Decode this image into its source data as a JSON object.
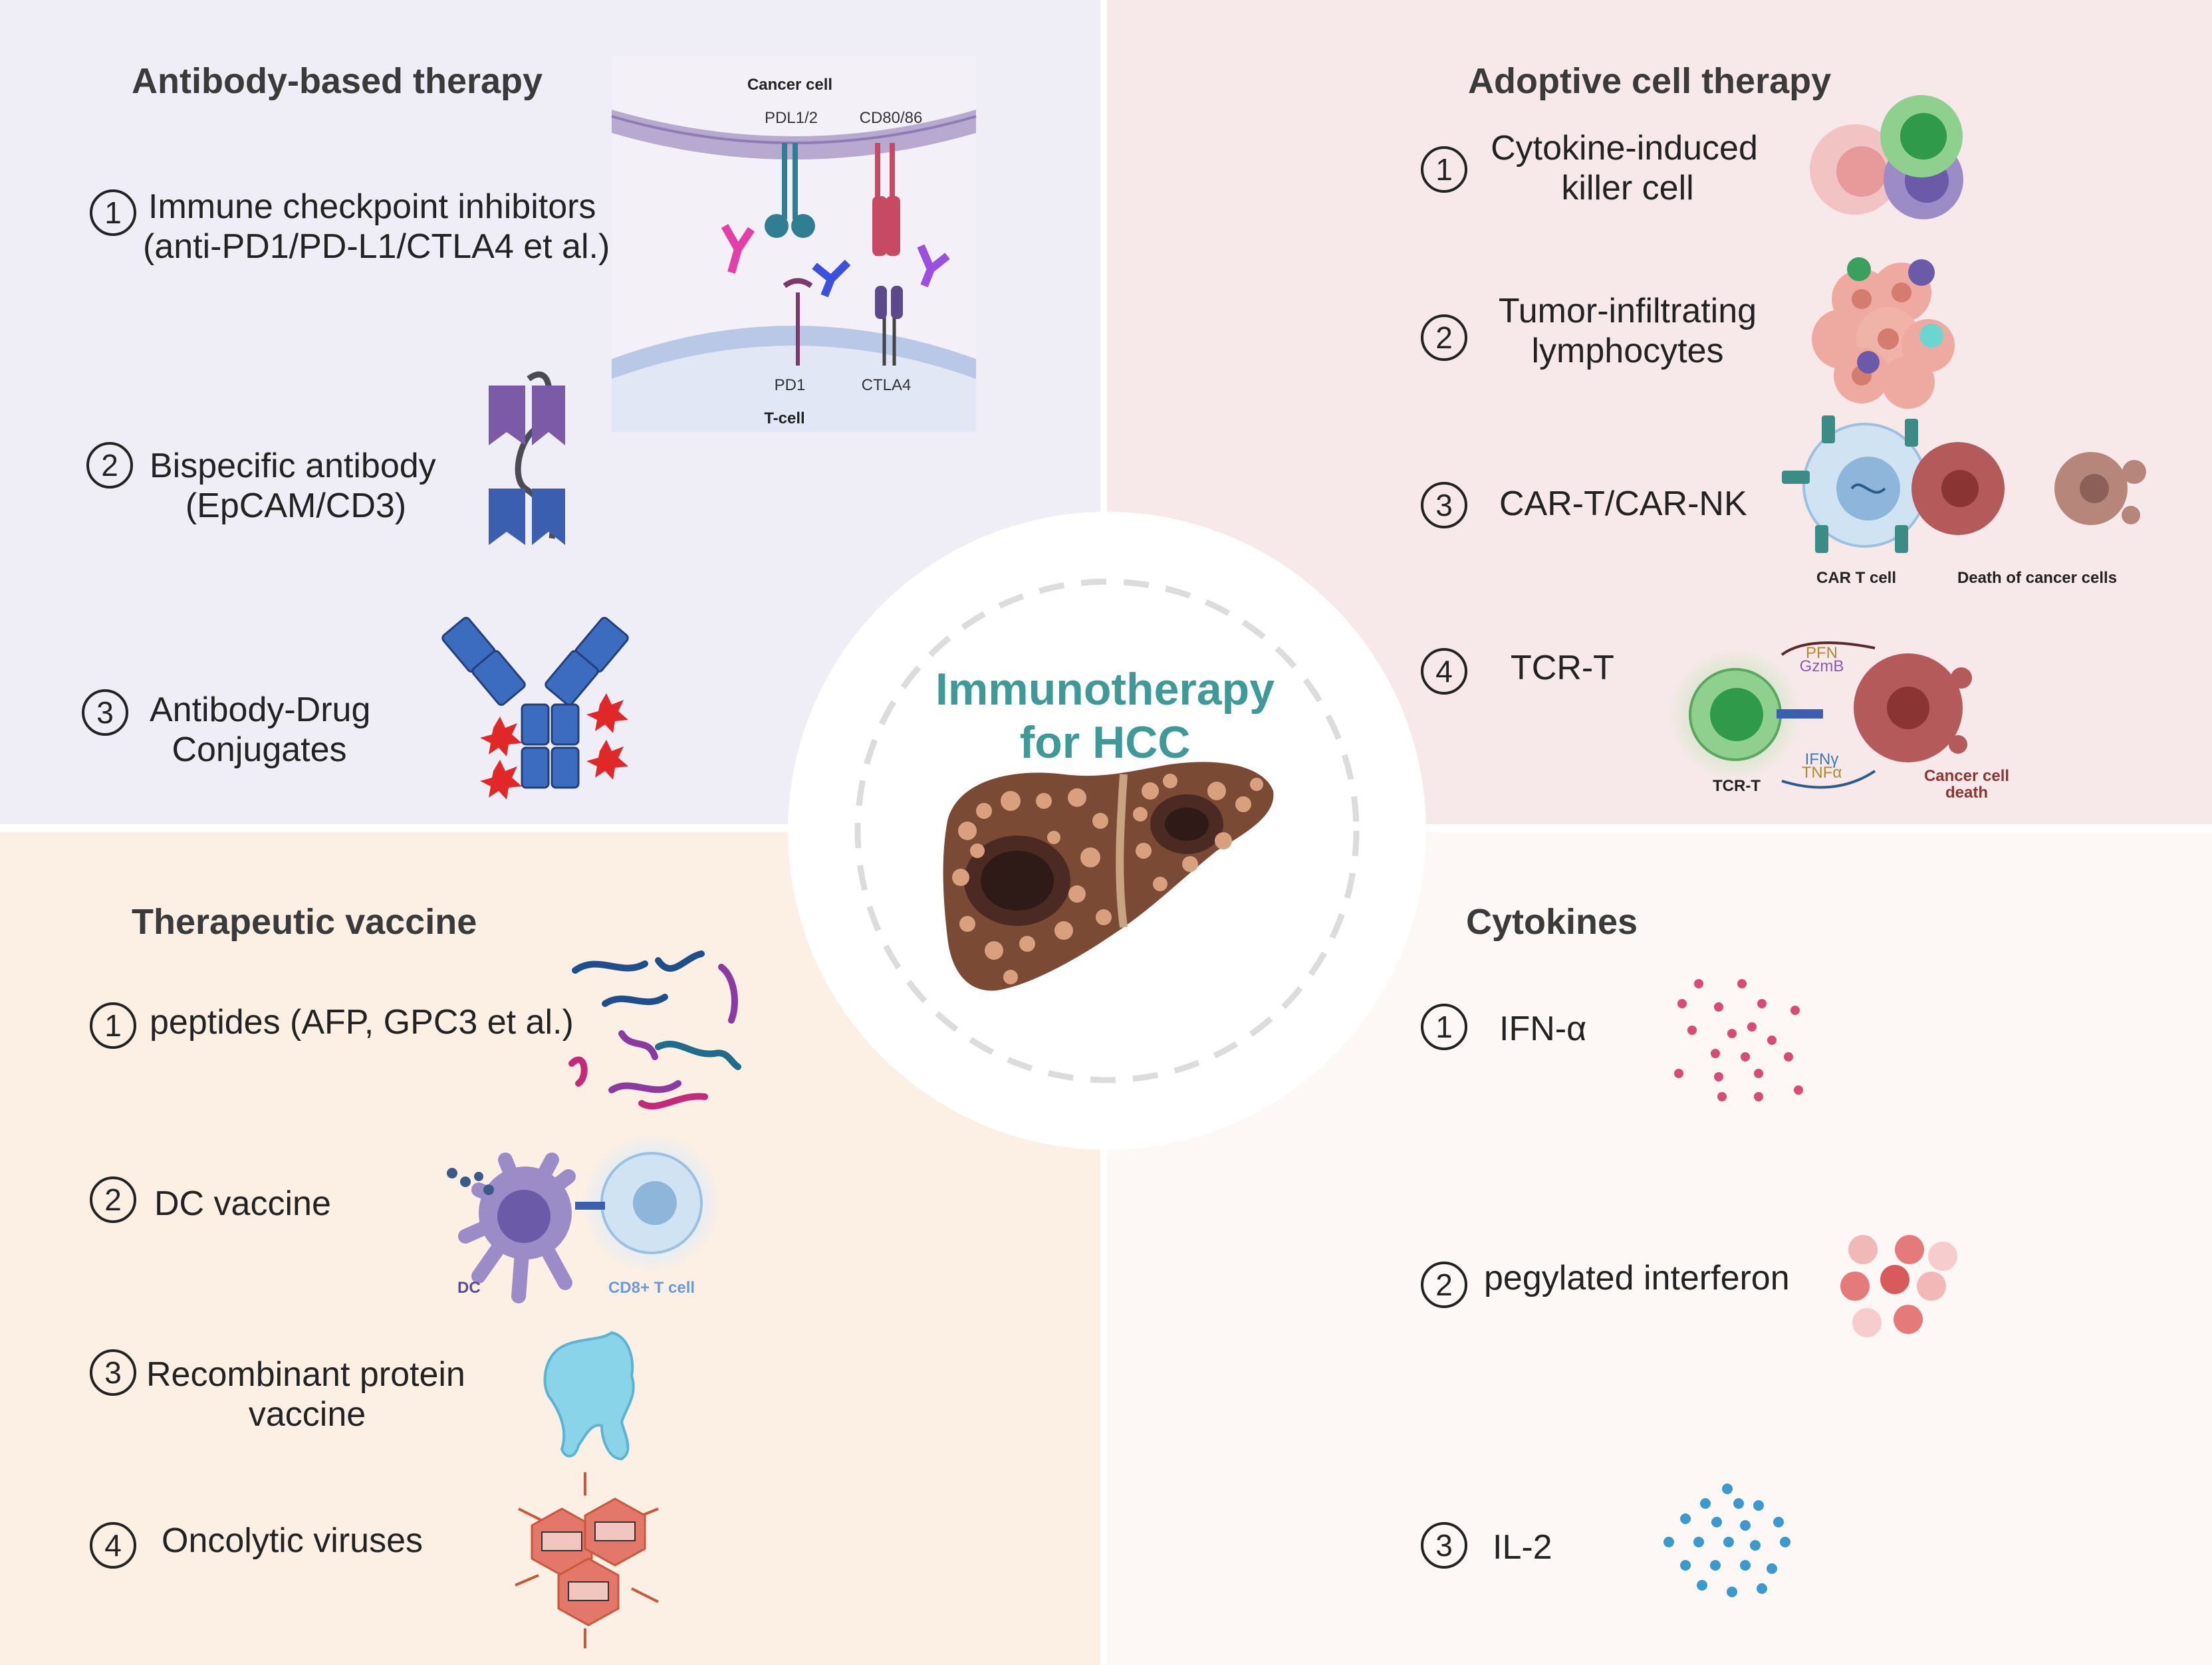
{
  "center": {
    "line1": "Immunotherapy",
    "line2": "for HCC",
    "icon": "liver-icon"
  },
  "panels": {
    "antibody": {
      "title": "Antibody-based therapy",
      "items": [
        {
          "num": "1",
          "line1": "Immune checkpoint inhibitors",
          "line2": "(anti-PD1/PD-L1/CTLA4 et al.)"
        },
        {
          "num": "2",
          "line1": "Bispecific antibody",
          "line2": "(EpCAM/CD3)"
        },
        {
          "num": "3",
          "line1": "Antibody-Drug",
          "line2": "Conjugates"
        }
      ],
      "figure_labels": {
        "cancer_cell": "Cancer cell",
        "pdl": "PDL1/2",
        "cd80": "CD80/86",
        "pd1": "PD1",
        "ctla4": "CTLA4",
        "tcell": "T-cell"
      }
    },
    "adoptive": {
      "title": "Adoptive cell therapy",
      "items": [
        {
          "num": "1",
          "line1": "Cytokine-induced",
          "line2": "killer cell"
        },
        {
          "num": "2",
          "line1": "Tumor-infiltrating",
          "line2": "lymphocytes"
        },
        {
          "num": "3",
          "line1": "CAR-T/CAR-NK",
          "line2": ""
        },
        {
          "num": "4",
          "line1": "TCR-T",
          "line2": ""
        }
      ],
      "figure_labels": {
        "car_t_cell": "CAR T cell",
        "death_cancer": "Death of cancer cells",
        "pfn": "PFN",
        "gzmb": "GzmB",
        "ifng": "IFNγ",
        "tnfa": "TNFα",
        "tcrt": "TCR-T",
        "cancer_death1": "Cancer cell",
        "cancer_death2": "death"
      }
    },
    "vaccine": {
      "title": "Therapeutic vaccine",
      "items": [
        {
          "num": "1",
          "line1": "peptides (AFP, GPC3 et al.)",
          "line2": ""
        },
        {
          "num": "2",
          "line1": "DC vaccine",
          "line2": ""
        },
        {
          "num": "3",
          "line1": "Recombinant protein",
          "line2": "vaccine"
        },
        {
          "num": "4",
          "line1": "Oncolytic viruses",
          "line2": ""
        }
      ],
      "figure_labels": {
        "dc": "DC",
        "cd8": "CD8+ T cell"
      }
    },
    "cytokines": {
      "title": "Cytokines",
      "items": [
        {
          "num": "1",
          "line1": "IFN-α",
          "line2": ""
        },
        {
          "num": "2",
          "line1": "pegylated interferon",
          "line2": ""
        },
        {
          "num": "3",
          "line1": "IL-2",
          "line2": ""
        }
      ]
    }
  },
  "colors": {
    "antibody_bg": "#efedf5",
    "adoptive_bg": "#f7e9e9",
    "vaccine_bg": "#fcefe4",
    "cytokines_bg": "#fdf8f5",
    "accent": "#3d9a98"
  }
}
